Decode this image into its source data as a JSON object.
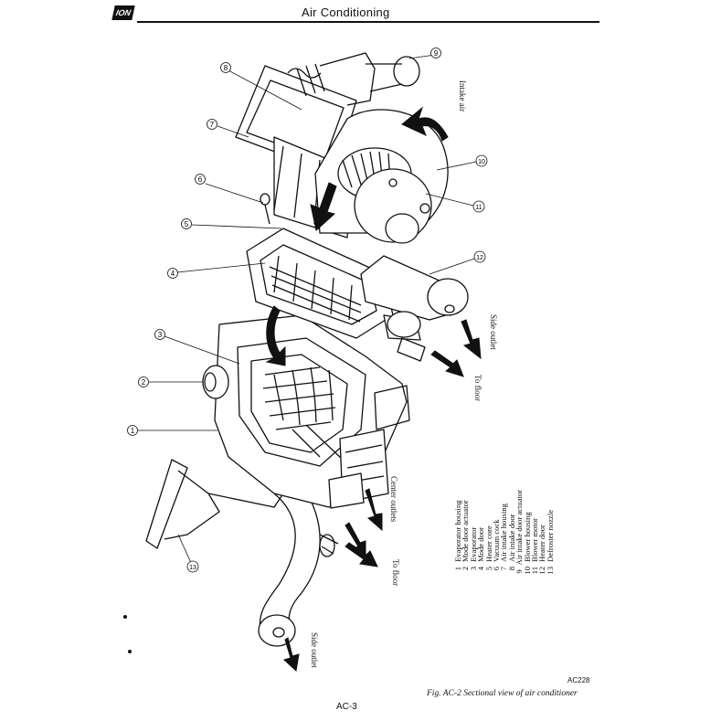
{
  "header": {
    "logo_text": "ION",
    "title": "Air Conditioning"
  },
  "callouts": [
    "1",
    "2",
    "3",
    "4",
    "5",
    "6",
    "7",
    "8",
    "9",
    "10",
    "11",
    "12",
    "13"
  ],
  "flow_labels": {
    "intake_air": "Intake air",
    "side_outlet_right": "Side outlet",
    "to_floor_right": "To floor",
    "center_outlets": "Center outlets",
    "to_floor_bottom": "To floor",
    "side_outlet_left": "Side outlet"
  },
  "legend": [
    {
      "num": "1",
      "text": "Evaporator housing"
    },
    {
      "num": "2",
      "text": "Mode door actuator"
    },
    {
      "num": "3",
      "text": "Evaporator"
    },
    {
      "num": "4",
      "text": "Mode door"
    },
    {
      "num": "5",
      "text": "Heater core"
    },
    {
      "num": "6",
      "text": "Vacuum cock"
    },
    {
      "num": "7",
      "text": "Air intake housing"
    },
    {
      "num": "8",
      "text": "Air intake door"
    },
    {
      "num": "9",
      "text": "Air intake door actuator"
    },
    {
      "num": "10",
      "text": "Blower housing"
    },
    {
      "num": "11",
      "text": "Blower motor"
    },
    {
      "num": "12",
      "text": "Heater door"
    },
    {
      "num": "13",
      "text": "Defroster nozzle"
    }
  ],
  "figure": {
    "code": "AC228",
    "caption": "Fig. AC-2  Sectional view of air conditioner"
  },
  "page_number": "AC-3"
}
